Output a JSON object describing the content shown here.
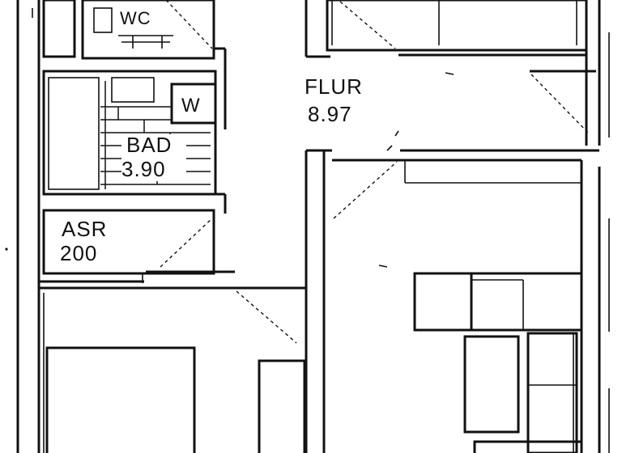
{
  "rooms": {
    "wc": {
      "label": "WC"
    },
    "flur": {
      "label": "FLUR",
      "area": "8.97"
    },
    "bad": {
      "label": "BAD",
      "area": "3.90"
    },
    "asr": {
      "label": "ASR",
      "area": "200"
    },
    "w": {
      "label": "W"
    }
  }
}
